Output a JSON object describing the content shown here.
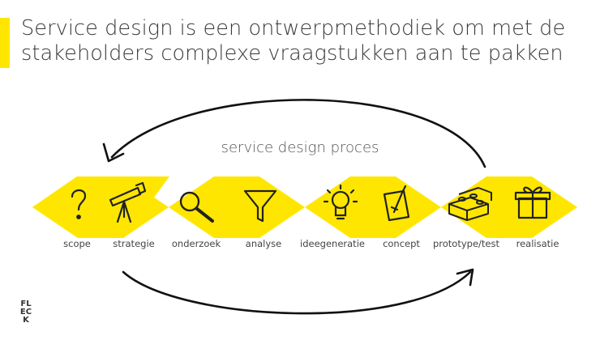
{
  "title": {
    "line1": "Service design is een ontwerpmethodiek om met de",
    "line2": "stakeholders complexe vraagstukken aan te pakken"
  },
  "process_label": "service design proces",
  "steps": [
    {
      "label": "scope",
      "icon": "question-mark-icon"
    },
    {
      "label": "strategie",
      "icon": "telescope-icon"
    },
    {
      "label": "onderzoek",
      "icon": "magnifier-icon"
    },
    {
      "label": "analyse",
      "icon": "funnel-icon"
    },
    {
      "label": "ideegeneratie",
      "icon": "lightbulb-icon"
    },
    {
      "label": "concept",
      "icon": "sketch-pencil-icon"
    },
    {
      "label": "prototype/test",
      "icon": "building-blocks-icon"
    },
    {
      "label": "realisatie",
      "icon": "gift-icon"
    }
  ],
  "logo": {
    "line1": "FL",
    "line2": "EC",
    "line3": "K"
  },
  "colors": {
    "accent": "#FFE600",
    "text": "#333333",
    "arrow": "#111111"
  }
}
